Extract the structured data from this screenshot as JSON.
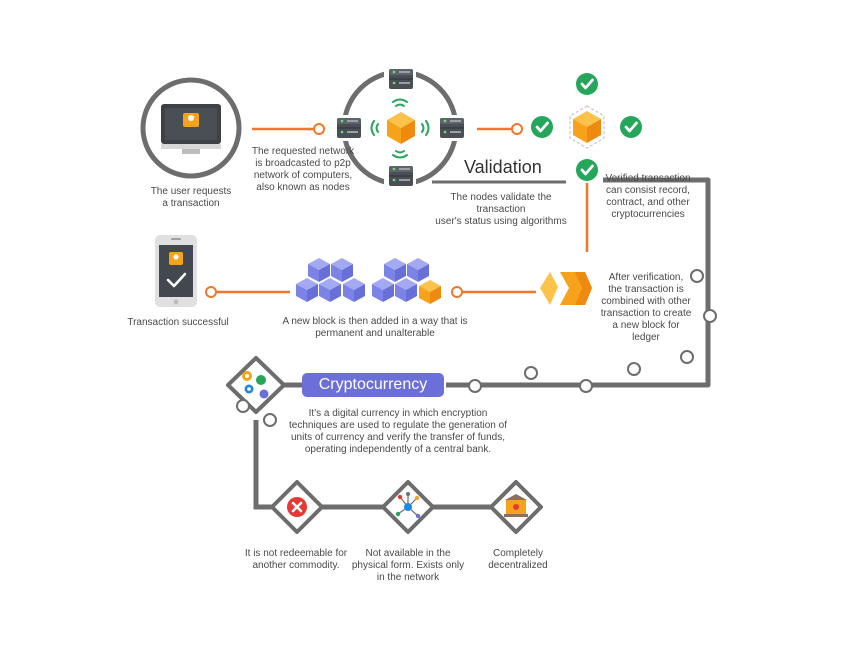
{
  "labels": {
    "user_requests": "The user requests\na transaction",
    "broadcast": "The requested network\nis broadcasted to p2p\nnetwork of computers,\nalso known as nodes",
    "validation_title": "Validation",
    "validation_desc": "The nodes validate the transaction\nuser's status using algorithms",
    "verified": "Verified transaction\ncan consist record,\ncontract, and other\ncryptocurrencies",
    "after_verification": "After verification,\nthe transaction is\ncombined with other\ntransaction to create\na new block for\nledger",
    "new_block": "A new block is then added in a way that is\npermanent and unalterable",
    "success": "Transaction successful",
    "crypto_title": "Cryptocurrency",
    "crypto_desc": "It's a digital currency in which encryption\ntechniques are used to regulate the generation of\nunits of currency and verify the transfer of funds,\noperating independently of a central bank.",
    "not_redeemable": "It is not redeemable for\nanother commodity.",
    "not_physical": "Not available in the\nphysical form. Exists only\nin the network",
    "decentralized": "Completely\ndecentralized"
  },
  "colors": {
    "orange": "#f0772e",
    "gray_line": "#6d6d6d",
    "cube_orange": "#f7a21b",
    "block_purple": "#7b83e6",
    "check_green": "#26a65b",
    "pill_purple": "#6c6fd8",
    "red": "#e53935"
  },
  "icons": [
    "monitor-icon",
    "server-icon",
    "wifi-icon",
    "cube-icon",
    "check-icon",
    "phone-icon",
    "blocks-icon",
    "chevron-icon",
    "crypto-coins-icon",
    "cross-icon",
    "network-icon",
    "bank-icon"
  ]
}
